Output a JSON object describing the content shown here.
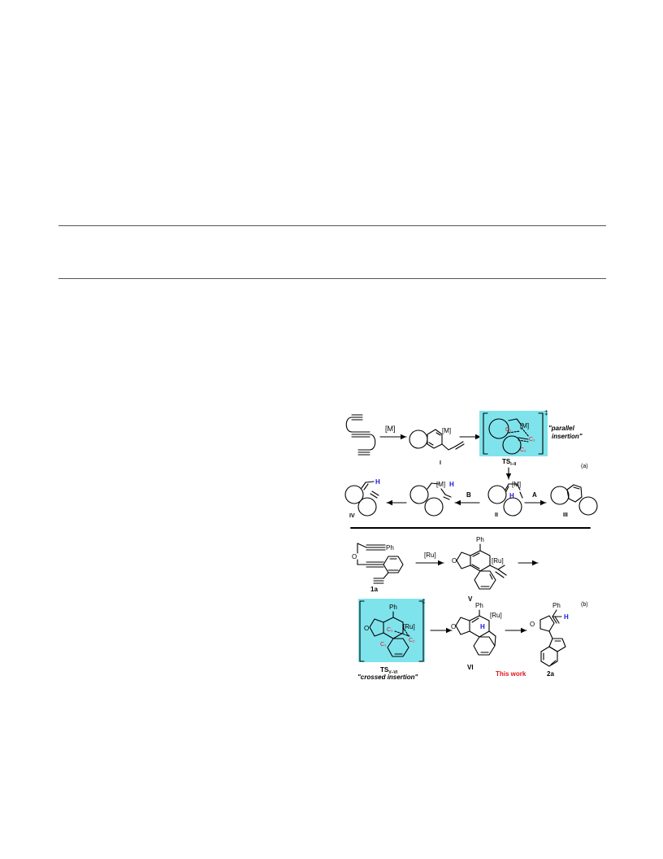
{
  "colors": {
    "highlight": "#7fe3ec",
    "red": "#e0161b",
    "blue": "#1a1adb",
    "line": "#000000"
  },
  "scheme_a": {
    "reagent": "[M]",
    "metal": "[M]",
    "metal_h": "[M]",
    "hydride": "H",
    "c1": "C₁",
    "c2": "C₂",
    "ts_label": "TS",
    "ts_sub": "I–II",
    "dagger": "‡",
    "note_1": "\"parallel",
    "note_2": "insertion\"",
    "panel": "(a)",
    "cpd_I": "I",
    "cpd_II": "II",
    "cpd_III": "III",
    "cpd_IV": "IV",
    "path_A": "A",
    "path_B": "B"
  },
  "scheme_b": {
    "reagent": "[Ru]",
    "metal": "[Ru]",
    "ph": "Ph",
    "o": "O",
    "hydride": "H",
    "c1": "C₁",
    "c2": "C₂",
    "ts_label": "TS",
    "ts_sub": "V–VI",
    "dagger": "‡",
    "note": "\"crossed insertion\"",
    "panel": "(b)",
    "cpd_1a": "1a",
    "cpd_V": "V",
    "cpd_VI": "VI",
    "cpd_2a": "2a",
    "this_work": "This work"
  }
}
